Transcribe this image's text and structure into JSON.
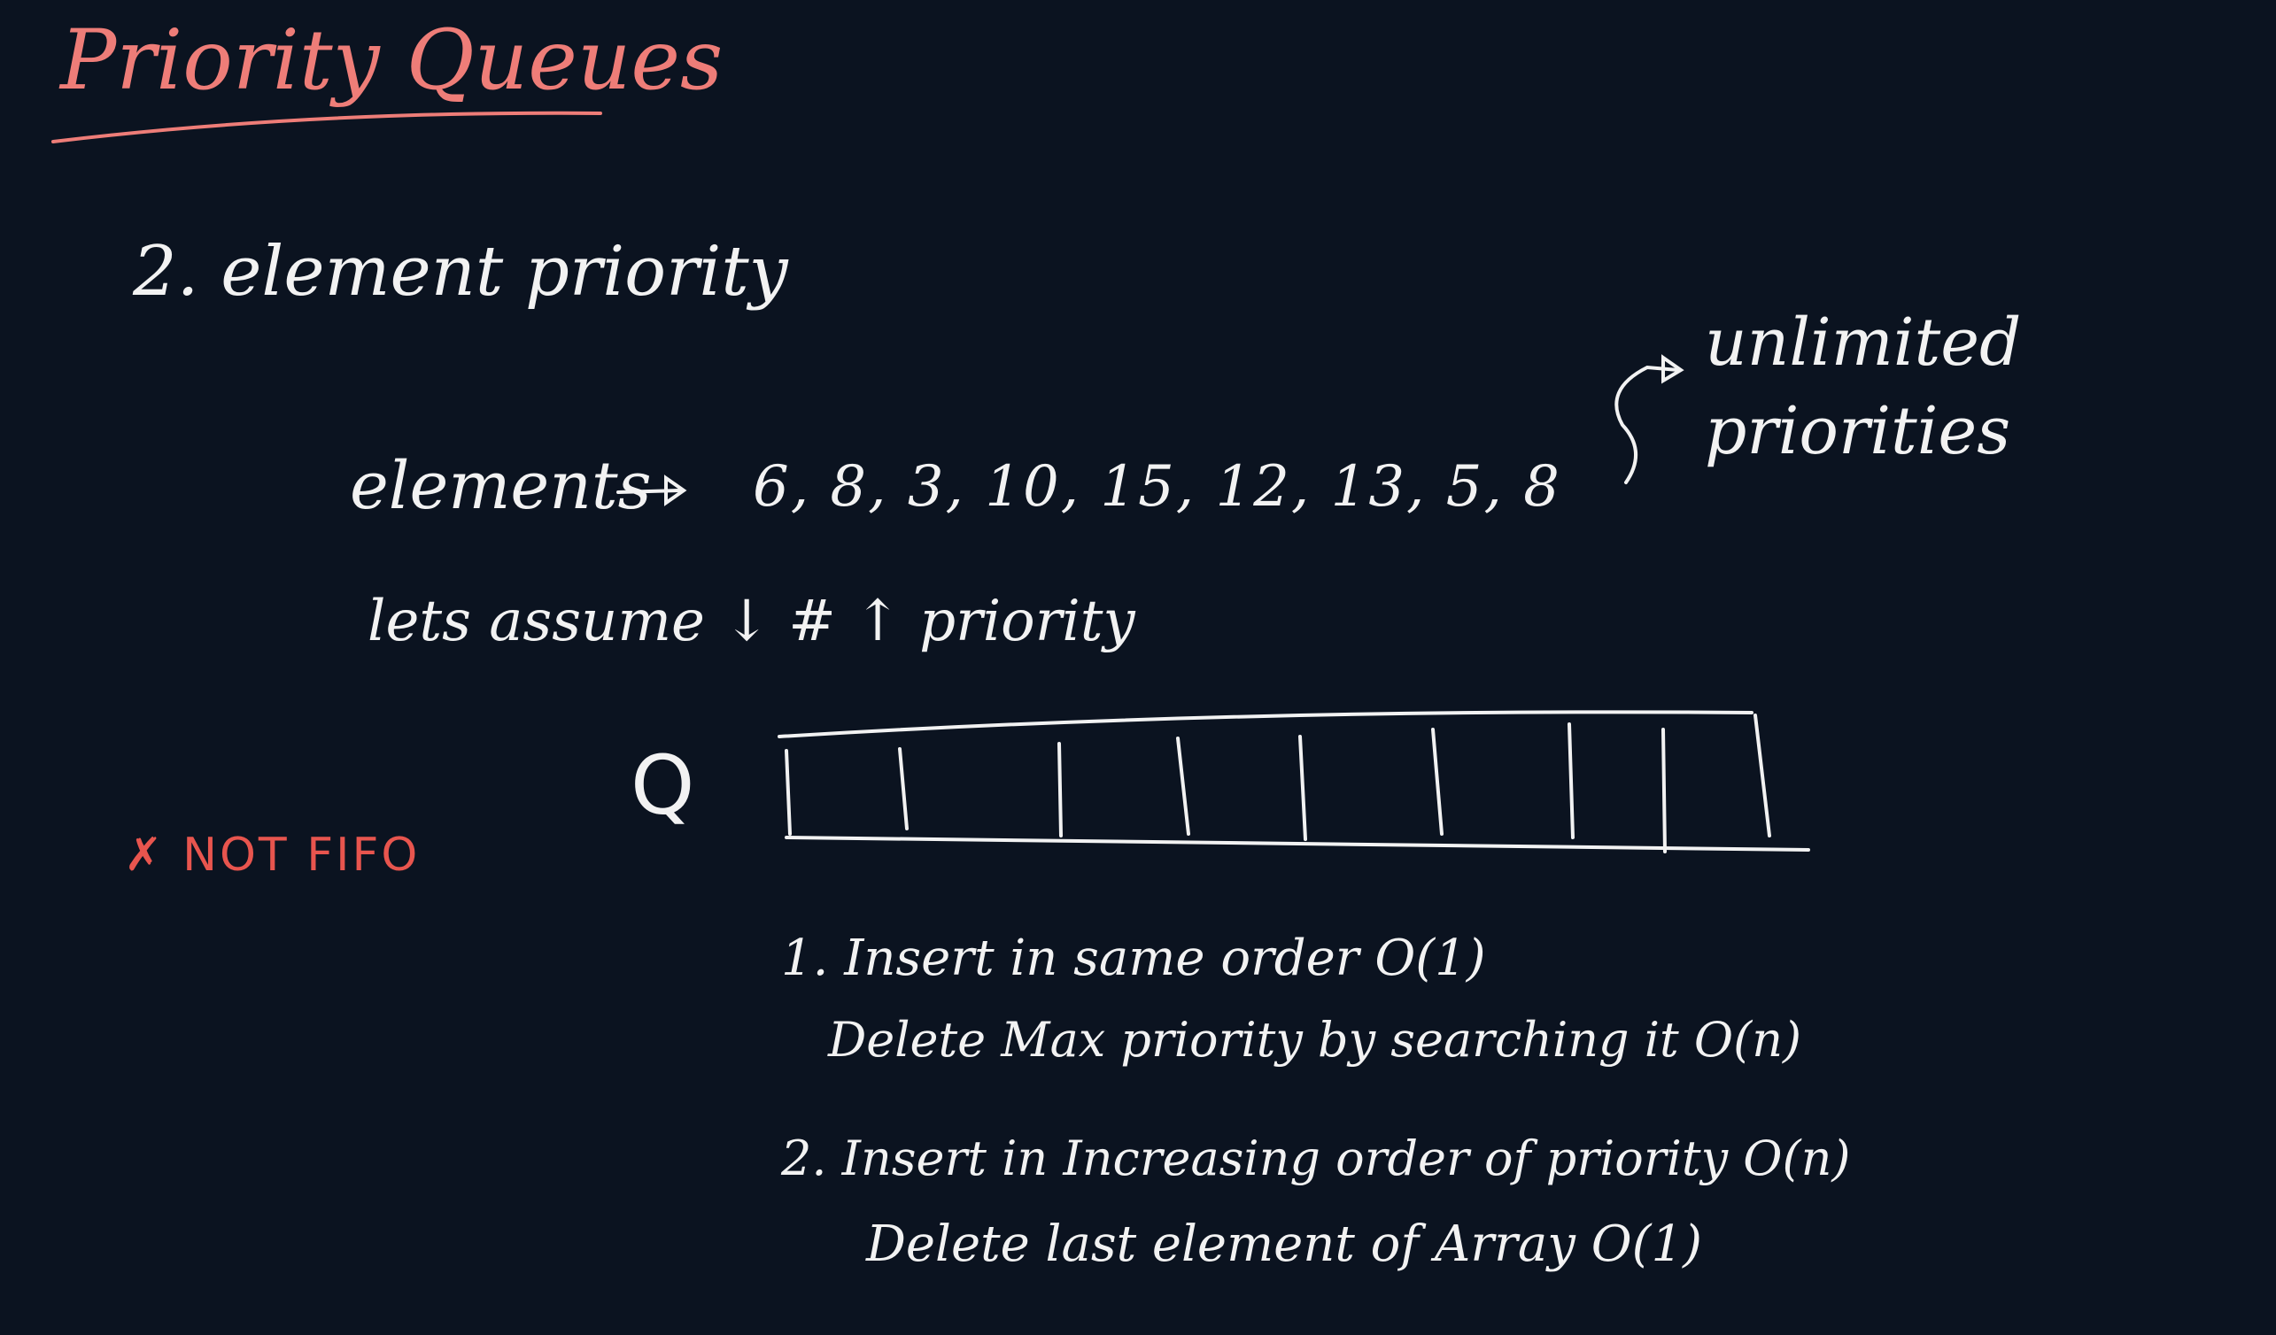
{
  "title": "Priority Queues",
  "heading": "2. element priority",
  "elements_label": "elements",
  "elements_values": "6, 8, 3, 10, 15, 12, 13, 5, 8",
  "unlimited_note": {
    "line1": "unlimited",
    "line2": "priorities"
  },
  "assumption": "lets assume ↓ # ↑ priority",
  "queue_label": "Q",
  "not_fifo": "✗ NOT FIFO",
  "approaches": [
    {
      "line1": "1. Insert in same order O(1)",
      "line2": "Delete Max priority by searching it O(n)"
    },
    {
      "line1": "2. Insert in Increasing order of priority O(n)",
      "line2": "Delete last element of Array O(1)"
    }
  ],
  "colors": {
    "background": "#0b1320",
    "ink_white": "#f2f2f2",
    "ink_pink": "#ee7d78",
    "ink_red": "#e8554e"
  }
}
